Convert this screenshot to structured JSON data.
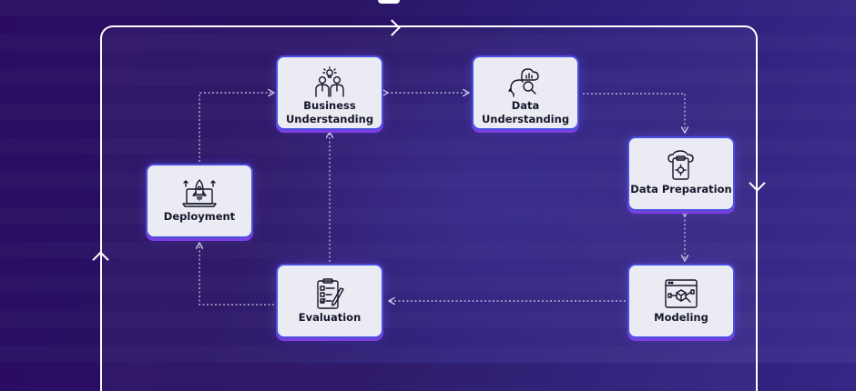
{
  "diagram": {
    "nodes": [
      {
        "id": "business",
        "label": "Business\nUnderstanding",
        "icon": "business-team-idea-icon"
      },
      {
        "id": "data-u",
        "label": "Data\nUnderstanding",
        "icon": "data-analysis-head-icon"
      },
      {
        "id": "prep",
        "label": "Data Preparation",
        "icon": "cloud-clipboard-gear-icon"
      },
      {
        "id": "model",
        "label": "Modeling",
        "icon": "model-browser-cube-icon"
      },
      {
        "id": "eval",
        "label": "Evaluation",
        "icon": "checklist-pencil-icon"
      },
      {
        "id": "deploy",
        "label": "Deployment",
        "icon": "laptop-rocket-icon"
      }
    ],
    "colors": {
      "background": "#271163",
      "node_fill": "#ebebf3",
      "node_border": "#4a4fe0",
      "node_shadow": "#7b3fe0",
      "connector": "#cfcce8",
      "frame": "#ffffff"
    }
  }
}
